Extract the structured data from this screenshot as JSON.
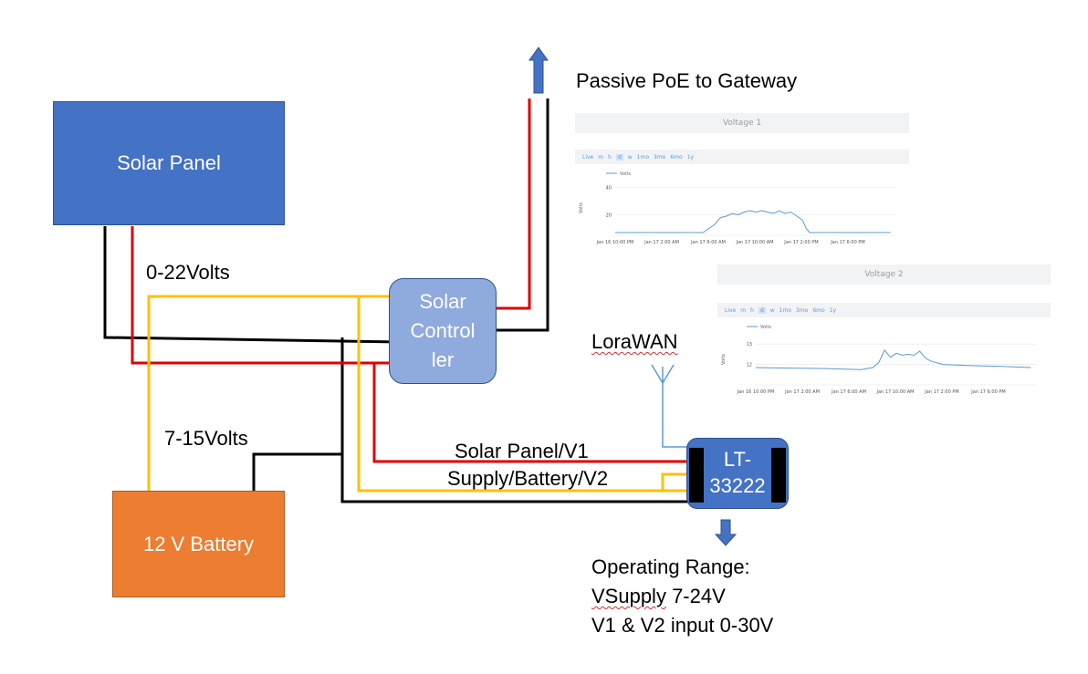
{
  "components": {
    "solar_panel": "Solar Panel",
    "solar_controller_lines": [
      "Solar",
      "Control",
      "ler"
    ],
    "battery": "12 V Battery",
    "sensor_lines": [
      "LT-",
      "33222"
    ]
  },
  "labels": {
    "poe": "Passive PoE to Gateway",
    "panel_voltage": "0-22Volts",
    "battery_voltage": "7-15Volts",
    "lorawan": "LoraWAN",
    "v1_wire": "Solar Panel/V1",
    "v2_wire": "Supply/Battery/V2",
    "operating_range": {
      "title": "Operating Range:",
      "vsupply_word": "VSupply",
      "vsupply_rest": " 7-24V",
      "inputs": "V1 & V2 input 0-30V"
    }
  },
  "colors": {
    "solar_panel": "#4472c4",
    "solar_controller": "#8faadc",
    "battery": "#ed7d31",
    "sensor": "#4472c4",
    "wire_red": "#e00000",
    "wire_black": "#000000",
    "wire_yellow": "#ffc000",
    "arrow": "#4472c4",
    "series_line": "#5b9bd5"
  },
  "time_ranges": [
    "Live",
    "m",
    "h",
    "d",
    "w",
    "1mo",
    "3mo",
    "6mo",
    "1y"
  ],
  "selected_range": "d",
  "chart_data": [
    {
      "type": "line",
      "title": "Voltage 1",
      "legend": "Volts",
      "ylabel": "Volts",
      "ylim": [
        5,
        45
      ],
      "yticks": [
        "40",
        "20"
      ],
      "xticks": [
        "Jan 16 10:00 PM",
        "Jan 17 2:00 AM",
        "Jan 17 6:00 AM",
        "Jan 17 10:00 AM",
        "Jan 17 2:00 PM",
        "Jan 17 6:00 PM"
      ],
      "x": [
        0,
        0.5,
        1,
        1.5,
        2,
        2.5,
        3,
        3.5,
        4,
        4.5,
        5,
        5.5,
        6,
        6.5,
        7,
        7.5,
        8,
        8.5,
        9,
        9.5,
        10,
        10.5,
        11,
        11.5,
        12,
        12.5,
        13,
        13.5,
        14,
        14.5,
        15,
        15.5,
        16,
        16.5,
        17,
        17.5,
        18,
        18.5,
        19,
        19.5,
        20,
        20.5,
        21,
        21.5,
        22,
        22.5,
        23,
        23.5,
        24
      ],
      "y": [
        5,
        5,
        5,
        5,
        5,
        5,
        5,
        5,
        5,
        5,
        5,
        5,
        5,
        5,
        5,
        5,
        5,
        5,
        5,
        5,
        5,
        5,
        5,
        5,
        5,
        5,
        5,
        5,
        5,
        5,
        5,
        5,
        5,
        5,
        5,
        5,
        5,
        5,
        5,
        5,
        5,
        5,
        5,
        5,
        5,
        5,
        5,
        5,
        5
      ],
      "series": [
        {
          "name": "Volts",
          "x": [
            0,
            6.5,
            7.5,
            8.5,
            9.0,
            9.5,
            10.0,
            10.5,
            11.0,
            11.5,
            12.0,
            12.5,
            13.0,
            13.5,
            14.0,
            14.5,
            15.0,
            15.5,
            16.0,
            16.3,
            16.6,
            23.5
          ],
          "y": [
            7,
            7,
            7,
            13,
            18,
            19,
            21,
            20,
            22,
            23,
            22,
            23,
            22,
            21,
            23,
            21,
            22,
            19,
            16,
            10,
            7,
            7
          ]
        }
      ]
    },
    {
      "type": "line",
      "title": "Voltage 2",
      "legend": "Volts",
      "ylabel": "Volts",
      "ylim": [
        11.0,
        13.5
      ],
      "yticks": [
        "13",
        "12"
      ],
      "xticks": [
        "Jan 16 10:00 PM",
        "Jan 17 2:00 AM",
        "Jan 17 6:00 AM",
        "Jan 17 10:00 AM",
        "Jan 17 2:00 PM",
        "Jan 17 6:00 PM"
      ],
      "series": [
        {
          "name": "Volts",
          "x": [
            0,
            3,
            6,
            9,
            10,
            10.5,
            11,
            11.5,
            12,
            12.5,
            13,
            13.5,
            14,
            14.5,
            15,
            16,
            18,
            21,
            23.5
          ],
          "y": [
            11.85,
            11.82,
            11.8,
            11.75,
            11.85,
            12.1,
            12.7,
            12.35,
            12.55,
            12.45,
            12.5,
            12.45,
            12.65,
            12.3,
            12.15,
            12.0,
            11.95,
            11.9,
            11.85
          ]
        }
      ]
    }
  ]
}
